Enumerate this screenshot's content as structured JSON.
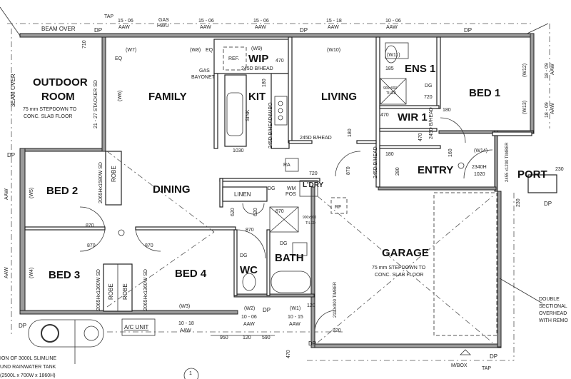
{
  "rooms": {
    "outdoor_room": [
      "OUTDOOR",
      "ROOM"
    ],
    "family": "FAMILY",
    "wip": "WIP",
    "kit": "KIT",
    "living": "LIVING",
    "ens1": "ENS 1",
    "bed1": "BED 1",
    "wir1": "WIR 1",
    "entry": "ENTRY",
    "port": "PORT",
    "bed2": "BED 2",
    "dining": "DINING",
    "bed3": "BED 3",
    "bed4": "BED 4",
    "wc": "WC",
    "bath": "BATH",
    "garage": "GARAGE",
    "ldry": "L'DRY",
    "linen": "LINEN",
    "robe": "ROBE"
  },
  "notes": {
    "beam_over": "BEAM OVER",
    "beam_over_side": "3EAM OVER",
    "stepdown": [
      "75 mm  STEPDOWN TO",
      "CONC. SLAB FLOOR"
    ],
    "garage_stepdown": [
      "75 mm  STEPDOWN TO",
      "CONC. SLAB FLOOR"
    ],
    "stacker": "21 - 27 STACKER SD",
    "tap": "TAP",
    "dp": "DP",
    "gas_hwu": [
      "GAS",
      "HWU"
    ],
    "gas_bayonet": [
      "GAS",
      "BAYONET"
    ],
    "eq": "EQ",
    "ref": "REF.",
    "bhead_245": "245D B/HEAD",
    "bhead_ubo": "245D B/HEAD&UBO",
    "sink": "SINK",
    "ra": "RA",
    "rf": "RF",
    "dg": "DG",
    "wm_pos": [
      "WM",
      "POS"
    ],
    "tiled": [
      "900x900",
      "TILED"
    ],
    "robe_door_1580": "2065Hx1580W SD",
    "robe_door_1360": "2065Hx1360W SD",
    "ac_unit": "A/C UNIT",
    "tank": [
      "ION OF 3000L SLIMLINE",
      "UND RAINWATER TANK",
      "(2500L x 700W x 1860H)"
    ],
    "mbox": "M/BOX",
    "garage_door": [
      "DOUBLE",
      "SECTIONAL",
      "OVERHEAD",
      "WITH REMO"
    ],
    "entry_door": [
      "2340H",
      "1020"
    ],
    "port_timber": "2455 x1200 TIMBER",
    "garage_timber": "2110x900 TIMBER",
    "section_marker": "1"
  },
  "windows": {
    "w1": "(W1)",
    "w2": "(W2)",
    "w3": "(W3)",
    "w4": "(W4)",
    "w5": "(W5)",
    "w6": "(W6)",
    "w7": "(W7)",
    "w8": "(W8)",
    "w9": "(W9)",
    "w10": "(W10)",
    "w11": "(W11)",
    "w12": "(W12)",
    "w13": "(W13)",
    "w14": "(W14)"
  },
  "window_sizes": {
    "top1": [
      "15 - 06",
      "AAW"
    ],
    "top2": [
      "15 - 06",
      "AAW"
    ],
    "top3": [
      "15 - 06",
      "AAW"
    ],
    "top4": [
      "15 - 18",
      "AAW"
    ],
    "top5": [
      "10 - 06",
      "AAW"
    ],
    "right1": [
      "18 - 09",
      "AAW"
    ],
    "right2": [
      "18 - 09",
      "AAW"
    ],
    "w3": [
      "10 - 18",
      "AAW"
    ],
    "w2": [
      "10 - 06",
      "AAW"
    ],
    "w1": [
      "10 - 15",
      "AAW"
    ],
    "left": "AAW"
  },
  "dimensions": {
    "d710": "710",
    "d470": "470",
    "d180": "180",
    "d185": "185",
    "d720": "720",
    "d1030": "1030",
    "d870": "870",
    "d620": "620",
    "d280": "280",
    "d160": "160",
    "d230": "230",
    "d950": "950",
    "d120": "120",
    "d590": "590",
    "d820": "820"
  }
}
